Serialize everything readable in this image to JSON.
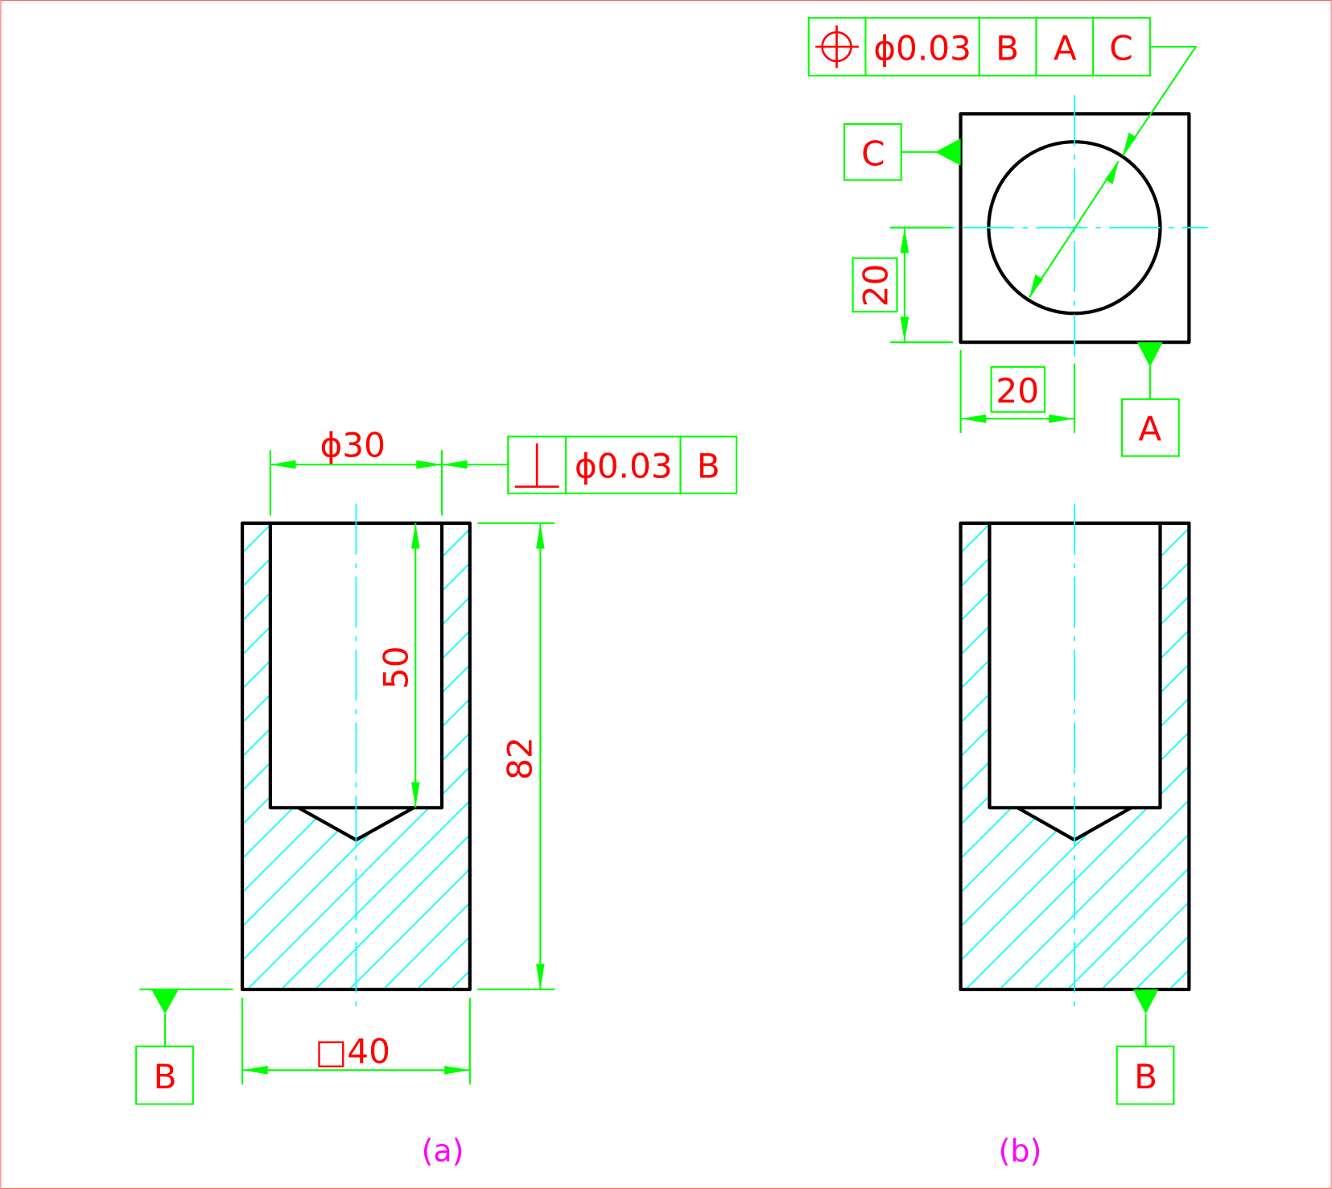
{
  "view_a": {
    "caption": "(a)",
    "dim_diameter": "ϕ30",
    "dim_depth": "50",
    "dim_height": "82",
    "dim_square": "□40",
    "fcf": {
      "symbol": "perpendicularity-icon",
      "tolerance": "ϕ0.03",
      "datum": "B"
    },
    "datum_label": "B"
  },
  "view_b": {
    "caption": "(b)",
    "fcf": {
      "symbol": "position-icon",
      "tolerance": "ϕ0.03",
      "datums": [
        "B",
        "A",
        "C"
      ]
    },
    "datum_c": "C",
    "datum_a": "A",
    "datum_b": "B",
    "dim_vertical": "20",
    "dim_horizontal": "20"
  },
  "colors": {
    "dimension": "#00ff00",
    "text": "#ff0000",
    "hatch": "#00ffff",
    "outline": "#000000",
    "caption": "#ff00ff"
  }
}
